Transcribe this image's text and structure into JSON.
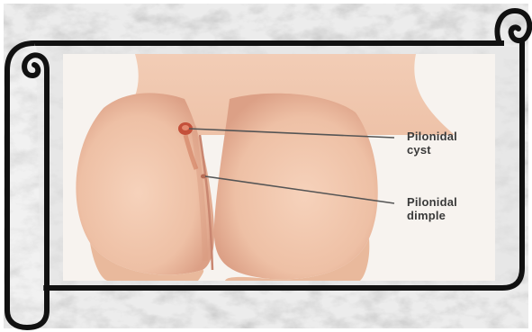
{
  "illustration": {
    "labels": [
      {
        "line1": "Pilonidal",
        "line2": "cyst"
      },
      {
        "line1": "Pilonidal",
        "line2": "dimple"
      }
    ]
  },
  "colors": {
    "scroll_outline": "#111111",
    "marble_background": "#d9d9d9",
    "image_background": "#f7f3ef",
    "skin": "#efc4aa",
    "skin_shadow": "#d99c80",
    "cyst": "#c4503a",
    "leader_line": "#555555"
  }
}
